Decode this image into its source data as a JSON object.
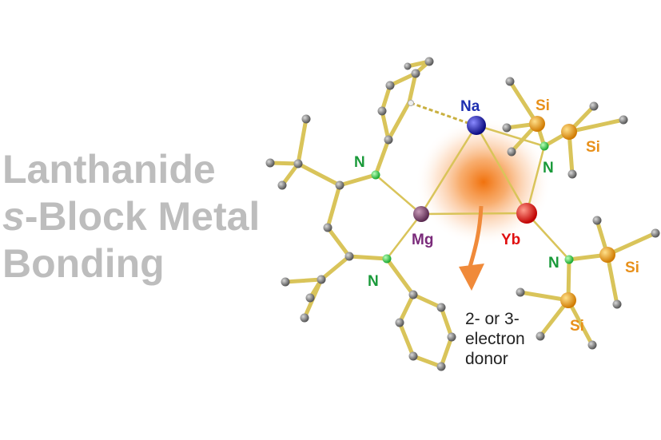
{
  "title": {
    "line1": "Lanthanide",
    "line2_prefix": "s",
    "line2_rest": "-Block Metal",
    "line3": "Bonding"
  },
  "atoms": {
    "na": "Na",
    "mg": "Mg",
    "yb": "Yb",
    "n_upper_left": "N",
    "n_lower_left": "N",
    "n_upper_right": "N",
    "n_lower_right": "N",
    "si_1": "Si",
    "si_2": "Si",
    "si_3": "Si",
    "si_4": "Si"
  },
  "annotation": {
    "line1": "2- or 3-",
    "line2": "electron",
    "line3": "donor"
  },
  "colors": {
    "title": "#bdbdbd",
    "bond": "#d9c45a",
    "carbon": "#6e6e6e",
    "nitrogen": "#2ecc40",
    "n_label": "#1a9a3a",
    "na": "#1a1aa0",
    "na_label": "#1e2fb0",
    "mg": "#7a3a6a",
    "mg_label": "#7a2a7a",
    "yb": "#e01010",
    "yb_label": "#e01010",
    "si": "#f0a010",
    "si_label": "#e8901a",
    "glow": "#f07a10",
    "arrow": "#f08a3a"
  }
}
